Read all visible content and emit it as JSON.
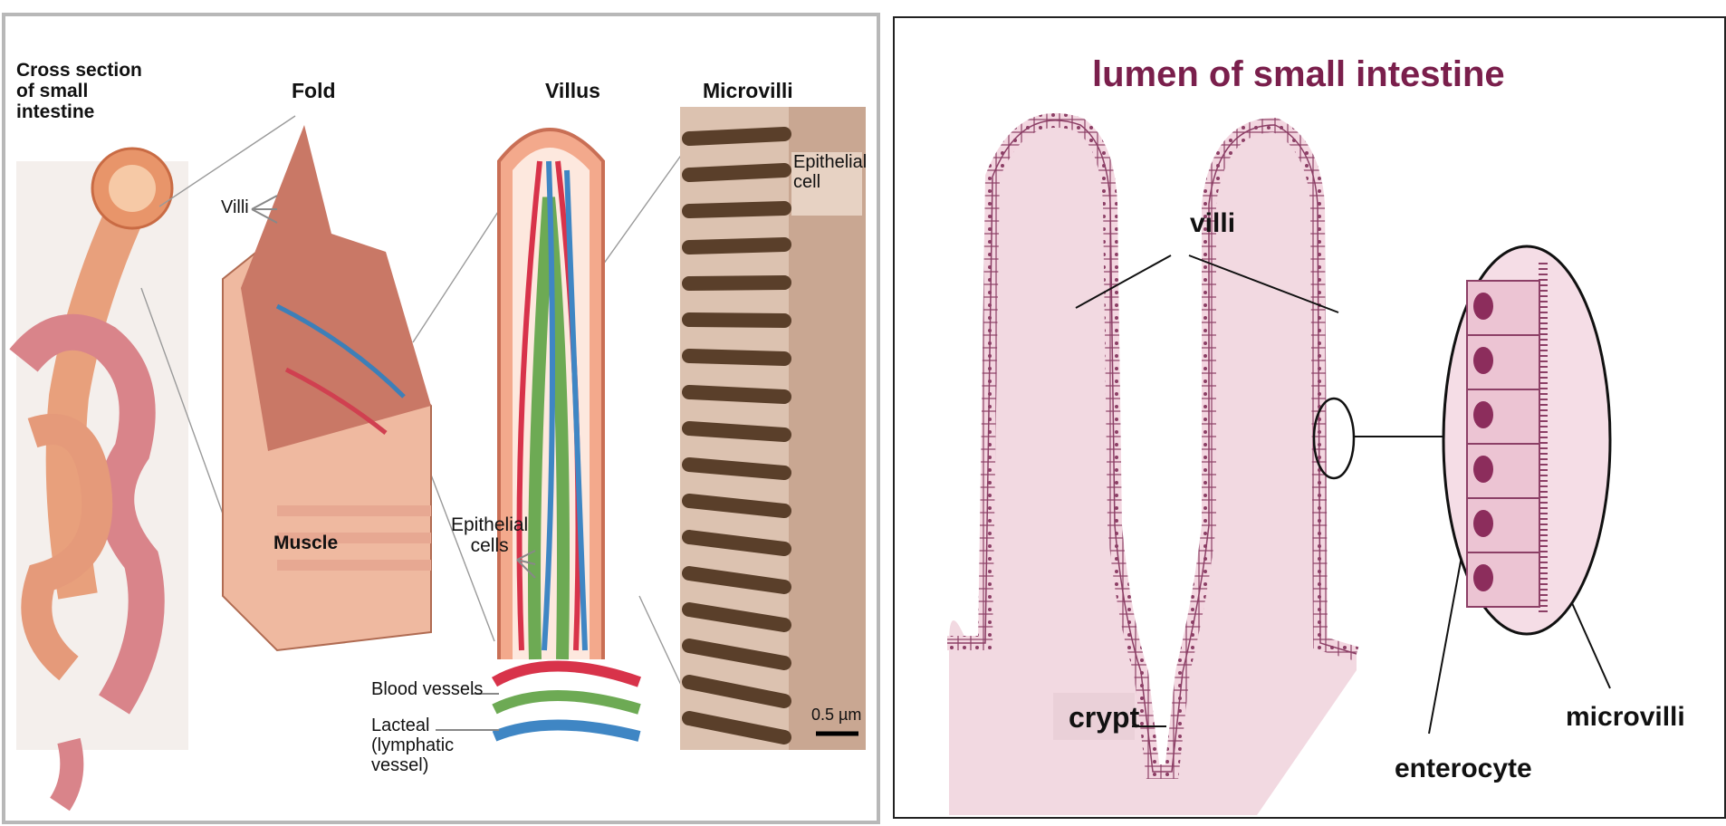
{
  "left_diagram": {
    "labels": {
      "cross_section": "Cross section\nof small\nintestine",
      "fold": "Fold",
      "villus": "Villus",
      "microvilli": "Microvilli",
      "villi": "Villi",
      "epithelial_cell": "Epithelial\ncell",
      "muscle": "Muscle",
      "epithelial_cells": "Epithelial\ncells",
      "blood_vessels": "Blood vessels",
      "lacteal": "Lacteal\n(lymphatic\nvessel)",
      "scale": "0.5 µm"
    }
  },
  "right_diagram": {
    "title": "lumen of small intestine",
    "labels": {
      "villi": "villi",
      "crypt": "crypt",
      "microvilli": "microvilli",
      "enterocyte": "enterocyte"
    },
    "colors": {
      "title": "#7a1f4c",
      "tissue": "#f0d2dc",
      "cell_border": "#8c3f66"
    }
  }
}
